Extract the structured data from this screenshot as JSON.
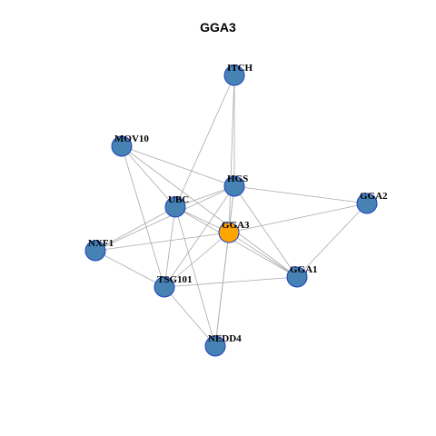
{
  "title": "GGA3",
  "colors": {
    "node_default": "#4682b4",
    "node_focus": "#ffa500",
    "node_stroke": "#1f3fbf",
    "edge": "#aaaaaa"
  },
  "nodes": [
    {
      "id": "ITCH",
      "label": "ITCH",
      "focus": false
    },
    {
      "id": "MOV10",
      "label": "MOV10",
      "focus": false
    },
    {
      "id": "HGS",
      "label": "HGS",
      "focus": false
    },
    {
      "id": "GGA2",
      "label": "GGA2",
      "focus": false
    },
    {
      "id": "UBC",
      "label": "UBC",
      "focus": false
    },
    {
      "id": "GGA3",
      "label": "GGA3",
      "focus": true
    },
    {
      "id": "NXF1",
      "label": "NXF1",
      "focus": false
    },
    {
      "id": "GGA1",
      "label": "GGA1",
      "focus": false
    },
    {
      "id": "TSG101",
      "label": "TSG101",
      "focus": false
    },
    {
      "id": "NEDD4",
      "label": "NEDD4",
      "focus": false
    }
  ],
  "edges": [
    [
      "ITCH",
      "HGS"
    ],
    [
      "ITCH",
      "UBC"
    ],
    [
      "ITCH",
      "GGA3"
    ],
    [
      "MOV10",
      "HGS"
    ],
    [
      "MOV10",
      "UBC"
    ],
    [
      "MOV10",
      "TSG101"
    ],
    [
      "MOV10",
      "GGA1"
    ],
    [
      "HGS",
      "GGA2"
    ],
    [
      "HGS",
      "UBC"
    ],
    [
      "HGS",
      "GGA3"
    ],
    [
      "HGS",
      "NXF1"
    ],
    [
      "HGS",
      "TSG101"
    ],
    [
      "HGS",
      "GGA1"
    ],
    [
      "HGS",
      "NEDD4"
    ],
    [
      "GGA2",
      "GGA3"
    ],
    [
      "GGA2",
      "GGA1"
    ],
    [
      "UBC",
      "NXF1"
    ],
    [
      "UBC",
      "GGA3"
    ],
    [
      "UBC",
      "GGA1"
    ],
    [
      "UBC",
      "TSG101"
    ],
    [
      "UBC",
      "NEDD4"
    ],
    [
      "GGA3",
      "NXF1"
    ],
    [
      "GGA3",
      "TSG101"
    ],
    [
      "GGA3",
      "GGA1"
    ],
    [
      "GGA3",
      "NEDD4"
    ],
    [
      "TSG101",
      "GGA1"
    ],
    [
      "TSG101",
      "NEDD4"
    ],
    [
      "NXF1",
      "TSG101"
    ]
  ]
}
